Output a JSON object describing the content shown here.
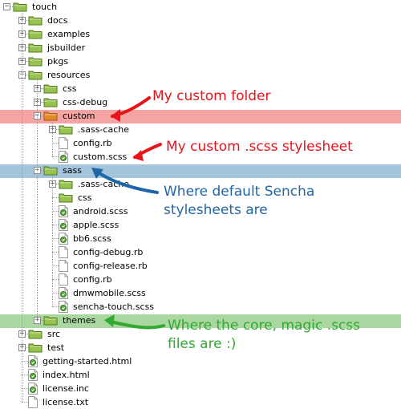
{
  "tree": {
    "colors": {
      "custom_highlight": "#f5a3a3",
      "sass_highlight": "#a4c4db",
      "themes_highlight": "#aad7a0",
      "folder_green": "#97c24f",
      "folder_orange": "#e08a2b"
    },
    "items": [
      {
        "label": "touch",
        "depth": 0,
        "type": "folder",
        "toggle": "minus"
      },
      {
        "label": "docs",
        "depth": 1,
        "type": "folder",
        "toggle": "plus"
      },
      {
        "label": "examples",
        "depth": 1,
        "type": "folder",
        "toggle": "plus"
      },
      {
        "label": "jsbuilder",
        "depth": 1,
        "type": "folder",
        "toggle": "plus"
      },
      {
        "label": "pkgs",
        "depth": 1,
        "type": "folder",
        "toggle": "plus"
      },
      {
        "label": "resources",
        "depth": 1,
        "type": "folder",
        "toggle": "minus"
      },
      {
        "label": "css",
        "depth": 2,
        "type": "folder",
        "toggle": "plus"
      },
      {
        "label": "css-debug",
        "depth": 2,
        "type": "folder",
        "toggle": "plus"
      },
      {
        "label": "custom",
        "depth": 2,
        "type": "folder",
        "toggle": "minus",
        "highlight": "custom",
        "folder_color": "orange"
      },
      {
        "label": ".sass-cache",
        "depth": 3,
        "type": "folder",
        "toggle": "plus"
      },
      {
        "label": "config.rb",
        "depth": 3,
        "type": "file"
      },
      {
        "label": "custom.scss",
        "depth": 3,
        "type": "scss"
      },
      {
        "label": "sass",
        "depth": 2,
        "type": "folder",
        "toggle": "minus",
        "highlight": "sass"
      },
      {
        "label": ".sass-cache",
        "depth": 3,
        "type": "folder",
        "toggle": "plus"
      },
      {
        "label": "css",
        "depth": 3,
        "type": "folder"
      },
      {
        "label": "android.scss",
        "depth": 3,
        "type": "scss"
      },
      {
        "label": "apple.scss",
        "depth": 3,
        "type": "scss"
      },
      {
        "label": "bb6.scss",
        "depth": 3,
        "type": "scss"
      },
      {
        "label": "config-debug.rb",
        "depth": 3,
        "type": "file"
      },
      {
        "label": "config-release.rb",
        "depth": 3,
        "type": "file"
      },
      {
        "label": "config.rb",
        "depth": 3,
        "type": "file"
      },
      {
        "label": "dmwmobile.scss",
        "depth": 3,
        "type": "scss"
      },
      {
        "label": "sencha-touch.scss",
        "depth": 3,
        "type": "scss"
      },
      {
        "label": "themes",
        "depth": 2,
        "type": "folder",
        "toggle": "plus",
        "highlight": "themes"
      },
      {
        "label": "src",
        "depth": 1,
        "type": "folder",
        "toggle": "plus"
      },
      {
        "label": "test",
        "depth": 1,
        "type": "folder",
        "toggle": "plus"
      },
      {
        "label": "getting-started.html",
        "depth": 1,
        "type": "scss"
      },
      {
        "label": "index.html",
        "depth": 1,
        "type": "scss"
      },
      {
        "label": "license.inc",
        "depth": 1,
        "type": "scss"
      },
      {
        "label": "license.txt",
        "depth": 1,
        "type": "file"
      }
    ]
  },
  "annotations": {
    "custom_folder": "My custom folder",
    "custom_stylesheet": "My custom .scss stylesheet",
    "default_line1": "Where default Sencha",
    "default_line2": "stylesheets are",
    "core_line1": "Where the core, magic .scss",
    "core_line2": "files are :)"
  }
}
